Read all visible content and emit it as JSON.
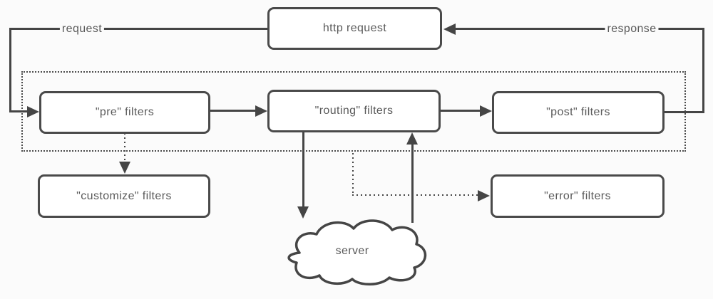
{
  "nodes": {
    "http_request": {
      "label": "http request"
    },
    "pre_filters": {
      "label": "\"pre\" filters"
    },
    "routing_filters": {
      "label": "\"routing\" filters"
    },
    "post_filters": {
      "label": "\"post\" filters"
    },
    "customize_filters": {
      "label": "\"customize\" filters"
    },
    "error_filters": {
      "label": "\"error\" filters"
    },
    "server": {
      "label": "server"
    }
  },
  "edge_labels": {
    "request": "request",
    "response": "response"
  },
  "edges": [
    {
      "from": "http request",
      "to": "\"pre\" filters",
      "label": "request",
      "style": "solid"
    },
    {
      "from": "\"pre\" filters",
      "to": "\"routing\" filters",
      "style": "solid"
    },
    {
      "from": "\"routing\" filters",
      "to": "\"post\" filters",
      "style": "solid"
    },
    {
      "from": "\"post\" filters",
      "to": "http request",
      "label": "response",
      "style": "solid"
    },
    {
      "from": "\"pre\" filters",
      "to": "\"customize\" filters",
      "style": "dotted"
    },
    {
      "from": "filters container",
      "to": "\"error\" filters",
      "style": "dotted"
    },
    {
      "from": "\"routing\" filters",
      "to": "server",
      "style": "solid"
    },
    {
      "from": "server",
      "to": "\"routing\" filters",
      "style": "solid"
    }
  ],
  "colors": {
    "line": "#454545",
    "box_border": "#4a4a4a",
    "text": "#5a5a5a",
    "background": "#fbfbfb",
    "box_fill": "#ffffff"
  }
}
